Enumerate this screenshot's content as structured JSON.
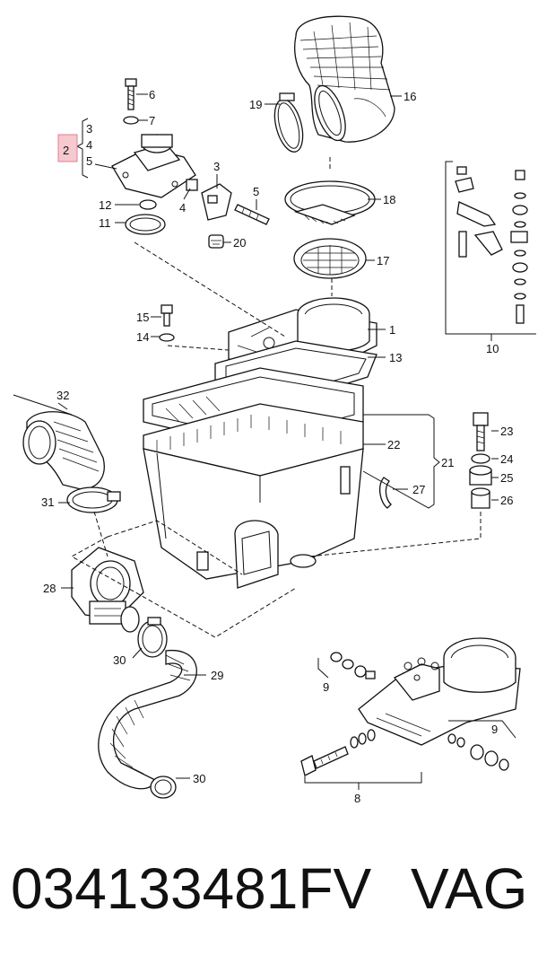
{
  "callouts": {
    "c1": "1",
    "c2": "2",
    "c3a": "3",
    "c3b": "3",
    "c4a": "4",
    "c4b": "4",
    "c5a": "5",
    "c5b": "5",
    "c6": "6",
    "c7": "7",
    "c8": "8",
    "c9a": "9",
    "c9b": "9",
    "c10": "10",
    "c11": "11",
    "c12": "12",
    "c13": "13",
    "c14": "14",
    "c15": "15",
    "c16": "16",
    "c17": "17",
    "c18": "18",
    "c19": "19",
    "c20": "20",
    "c21": "21",
    "c22": "22",
    "c23": "23",
    "c24": "24",
    "c25": "25",
    "c26": "26",
    "c27": "27",
    "c28": "28",
    "c29": "29",
    "c30a": "30",
    "c30b": "30",
    "c31": "31",
    "c32": "32"
  },
  "highlight": {
    "color": "#f6c9cf",
    "label": "2"
  },
  "footer": {
    "part_number": "034133481FV",
    "brand": "VAG"
  }
}
